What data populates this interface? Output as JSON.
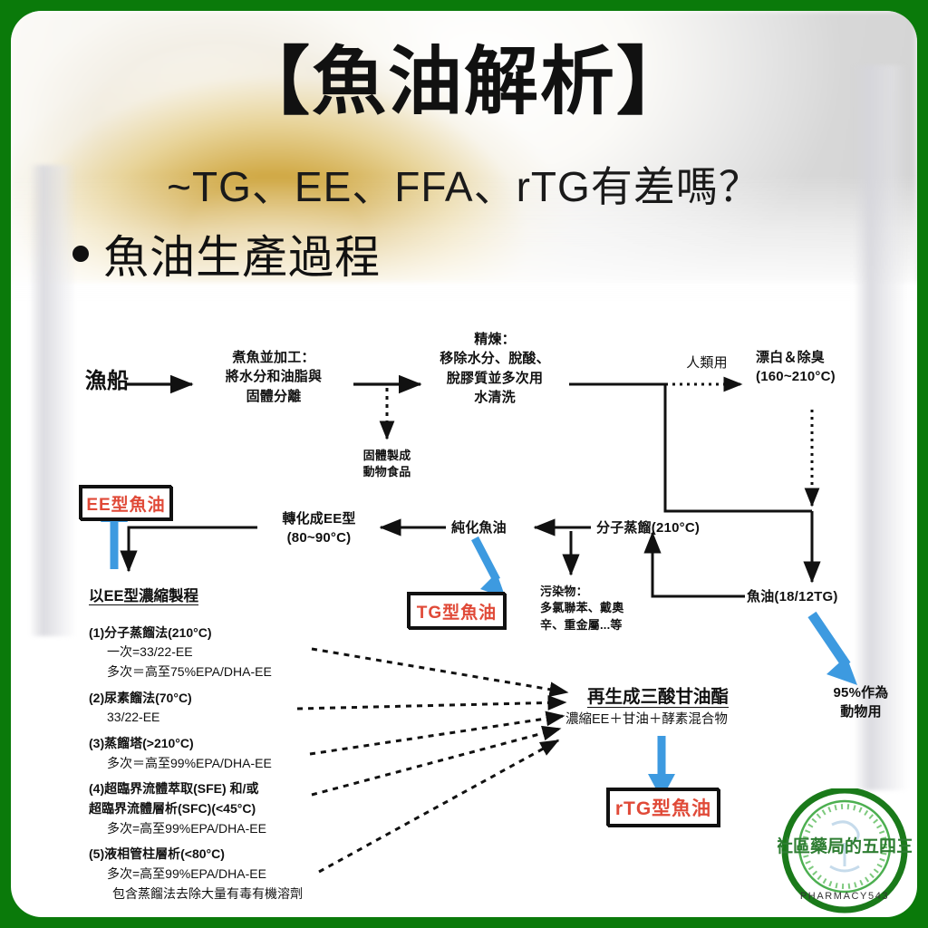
{
  "theme": {
    "border_green": "#0a7a0a",
    "accent_red": "#e04a38",
    "accent_blue": "#3d9ae0",
    "ink": "#111111"
  },
  "header": {
    "title": "【魚油解析】",
    "subtitle": "~TG、EE、FFA、rTG有差嗎？",
    "bullet": "魚油生產過程"
  },
  "flowchart": {
    "type": "process-diagram",
    "nodes": {
      "boat": "漁船",
      "cook": "煮魚並加工：\n將水分和油脂與\n固體分離",
      "solids": "固體製成\n動物食品",
      "refine": "精煉：\n移除水分、脫酸、\n脫膠質並多次用\n水清洗",
      "human_use": "人類用",
      "bleach": "漂白＆除臭\n(160~210°C)",
      "fishoil1812": "魚油(18/12TG)",
      "animal_use": "95%作為\n動物用",
      "mol_distill": "分子蒸餾(210°C)",
      "pollutants": "污染物：\n多氯聯苯、戴奧\n辛、重金屬...等",
      "purified": "純化魚油",
      "to_ee": "轉化成EE型\n(80~90°C)",
      "tg_box": "TG型魚油",
      "ee_box": "EE型魚油",
      "retg_head": "再生成三酸甘油酯",
      "retg_sub": "濃縮EE＋甘油＋酵素混合物",
      "rtg_box": "rTG型魚油"
    },
    "ee_process": {
      "heading": "以EE型濃縮製程",
      "items": [
        {
          "title": "(1)分子蒸餾法(210°C)",
          "lines": [
            "一次=33/22-EE",
            "多次＝高至75%EPA/DHA-EE"
          ]
        },
        {
          "title": "(2)尿素餾法(70°C)",
          "lines": [
            "33/22-EE"
          ]
        },
        {
          "title": "(3)蒸餾塔(>210°C)",
          "lines": [
            "多次＝高至99%EPA/DHA-EE"
          ]
        },
        {
          "title": "(4)超臨界流體萃取(SFE) 和/或\n超臨界流體層析(SFC)(<45°C)",
          "lines": [
            "多次=高至99%EPA/DHA-EE"
          ]
        },
        {
          "title": "(5)液相管柱層析(<80°C)",
          "lines": [
            "多次=高至99%EPA/DHA-EE",
            "包含蒸餾法去除大量有毒有機溶劑"
          ]
        }
      ]
    }
  },
  "logo": {
    "text_cn": "社區藥局的五四三",
    "text_en": "PHARMACY543"
  }
}
